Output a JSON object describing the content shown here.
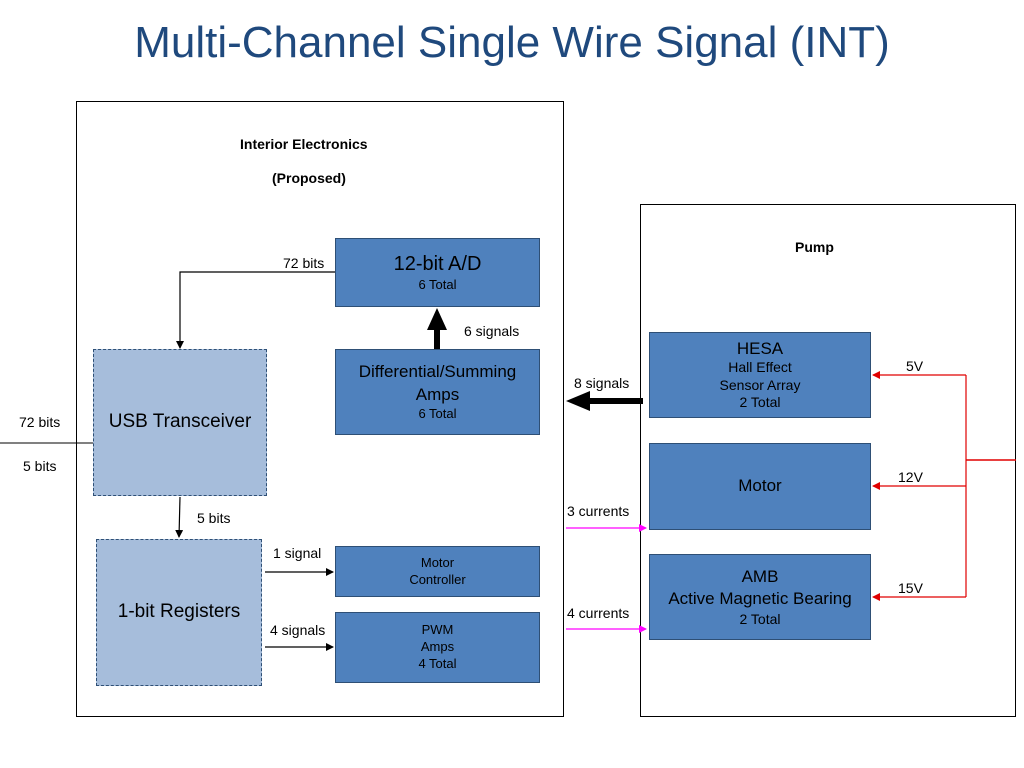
{
  "title": "Multi-Channel Single Wire Signal (INT)",
  "interior": {
    "title": "Interior Electronics",
    "subtitle": "(Proposed)"
  },
  "pump": {
    "title": "Pump"
  },
  "blocks": {
    "ad": {
      "title": "12-bit A/D",
      "total": "6 Total"
    },
    "diff": {
      "line1": "Differential/Summing",
      "line2": "Amps",
      "total": "6 Total"
    },
    "usb": {
      "title": "USB Transceiver"
    },
    "reg": {
      "title": "1-bit Registers"
    },
    "motor_ctrl": {
      "line1": "Motor",
      "line2": "Controller"
    },
    "pwm": {
      "line1": "PWM",
      "line2": "Amps",
      "total": "4 Total"
    },
    "hesa": {
      "title": "HESA",
      "line1": "Hall Effect",
      "line2": "Sensor Array",
      "total": "2 Total"
    },
    "motor": {
      "title": "Motor"
    },
    "amb": {
      "title": "AMB",
      "line1": "Active Magnetic Bearing",
      "total": "2 Total"
    }
  },
  "labels": {
    "bits72_left": "72 bits",
    "bits5_left": "5 bits",
    "bits72_ad": "72 bits",
    "signals6": "6 signals",
    "signals8": "8 signals",
    "bits5_usb": "5 bits",
    "signal1": "1 signal",
    "signals4": "4 signals",
    "currents3": "3 currents",
    "currents4": "4 currents",
    "v5": "5V",
    "v12": "12V",
    "v15": "15V"
  },
  "colors": {
    "title": "#1f497d",
    "block": "#4f81bd",
    "block_light": "#a6bddb",
    "power": "#e00000",
    "current": "#ff00ff"
  }
}
